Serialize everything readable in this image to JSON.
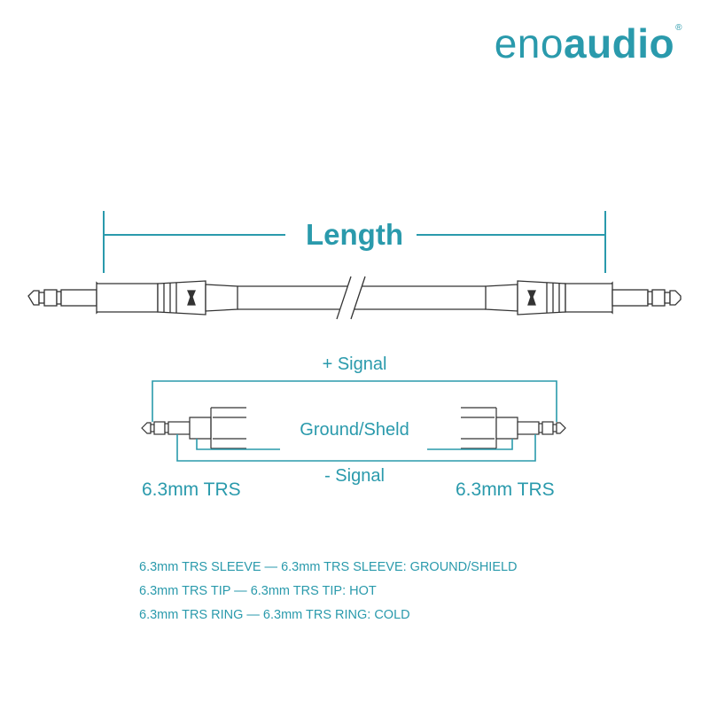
{
  "brand": {
    "prefix": "eno",
    "name": "audio",
    "registered": "®",
    "color": "#2a9aac"
  },
  "dimension": {
    "label": "Length"
  },
  "wiring": {
    "signal_plus": "+ Signal",
    "ground": "Ground/Sheld",
    "signal_minus": "- Signal",
    "left_connector": "6.3mm TRS",
    "right_connector": "6.3mm TRS"
  },
  "notes": [
    "6.3mm TRS SLEEVE — 6.3mm TRS SLEEVE: GROUND/SHIELD",
    "6.3mm TRS TIP — 6.3mm TRS TIP: HOT",
    "6.3mm TRS RING — 6.3mm TRS RING: COLD"
  ],
  "colors": {
    "accent": "#2a9aac",
    "line_art": "#333333"
  }
}
